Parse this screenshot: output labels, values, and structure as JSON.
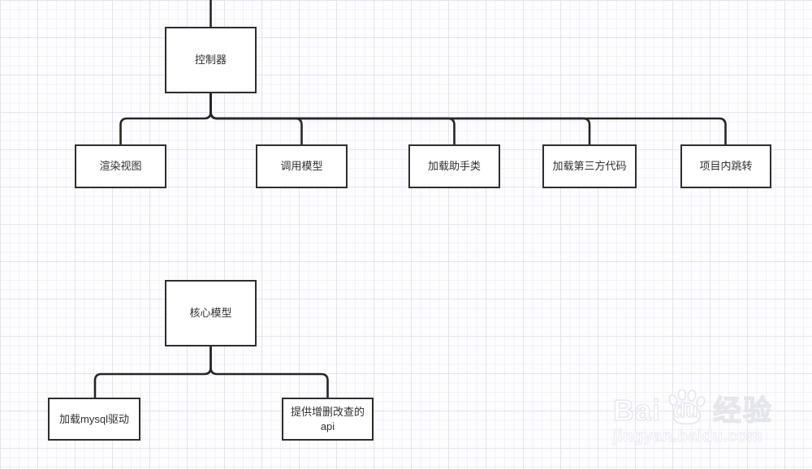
{
  "diagram": {
    "tree1": {
      "root": "控制器",
      "children": [
        "渲染视图",
        "调用模型",
        "加载助手类",
        "加载第三方代码",
        "项目内跳转"
      ]
    },
    "tree2": {
      "root": "核心模型",
      "children": [
        "加载mysql驱动",
        "提供增删改查的api"
      ]
    }
  },
  "nodes": {
    "controller": "控制器",
    "render_view": "渲染视图",
    "call_model": "调用模型",
    "load_helper": "加载助手类",
    "load_thirdparty": "加载第三方代码",
    "project_jump": "项目内跳转",
    "core_model": "核心模型",
    "load_mysql_driver": "加载mysql驱动",
    "crud_api": "提供增删改查的api"
  },
  "watermark": {
    "brand_left": "Bai",
    "brand_right": "du",
    "brand_cn": "经验",
    "url": "jingyan.baidu.com"
  },
  "colors": {
    "node_border": "#2e2e2e",
    "connector": "#262626",
    "grid_minor": "#f1effb",
    "grid_major": "#e4e1f4",
    "canvas_bg": "#fdfdff",
    "watermark": "#ffffff"
  }
}
